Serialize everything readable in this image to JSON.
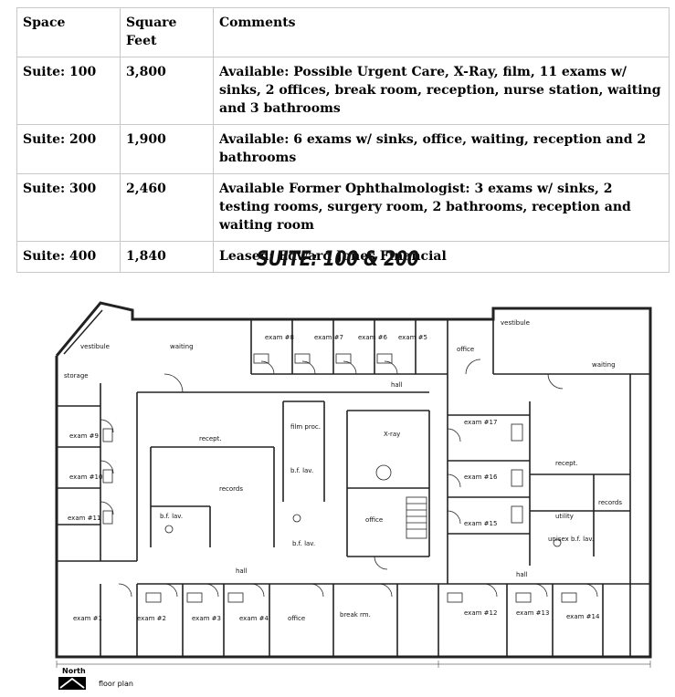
{
  "table": {
    "headers": [
      "Space",
      "Square Feet",
      "Comments"
    ],
    "rows": [
      {
        "space": "Suite: 100",
        "sqft": "3,800",
        "comments": "Available: Possible Urgent Care, X-Ray, film, 11 exams w/ sinks, 2 offices, break room, reception, nurse station, waiting and 3 bathrooms"
      },
      {
        "space": "Suite: 200",
        "sqft": "1,900",
        "comments": "Available: 6 exams w/ sinks, office, waiting, reception and 2 bathrooms"
      },
      {
        "space": "Suite: 300",
        "sqft": "2,460",
        "comments": "Available Former Ophthalmologist:  3 exams w/ sinks, 2 testing rooms, surgery room, 2 bathrooms, reception and waiting room"
      },
      {
        "space": "Suite: 400",
        "sqft": "1,840",
        "comments": "Leased: Edward Jones Financial"
      }
    ]
  },
  "plan": {
    "title": "SUITE: 100 & 200",
    "north_label": "North",
    "caption": "floor plan",
    "rooms": {
      "vestibule_left": "vestibule",
      "storage": "storage",
      "waiting_left": "waiting",
      "exam8": "exam #8",
      "exam7": "exam #7",
      "exam6": "exam #6",
      "exam5": "exam #5",
      "office_top": "office",
      "vestibule_right": "vestibule",
      "waiting_right": "waiting",
      "hall_top": "hall",
      "film": "film proc.",
      "xray": "X-ray",
      "recept_left": "recept.",
      "records_left": "records",
      "bf_lav_1": "b.f. lav.",
      "bf_lav_2": "b.f. lav.",
      "bf_lav_3": "b.f. lav.",
      "exam9": "exam #9",
      "exam10": "exam #10",
      "exam11": "exam #11",
      "office_mid": "office",
      "exam17": "exam #17",
      "exam16": "exam #16",
      "exam15": "exam #15",
      "recept_right": "recept.",
      "records_right": "records",
      "utility": "utility",
      "unisex": "unisex b.f. lav.",
      "hall_left": "hall",
      "hall_right": "hall",
      "exam1": "exam #1",
      "exam2": "exam #2",
      "exam3": "exam #3",
      "exam4": "exam #4",
      "office_bottom": "office",
      "break_rm": "break rm.",
      "exam12": "exam #12",
      "exam13": "exam #13",
      "exam14": "exam #14"
    }
  }
}
